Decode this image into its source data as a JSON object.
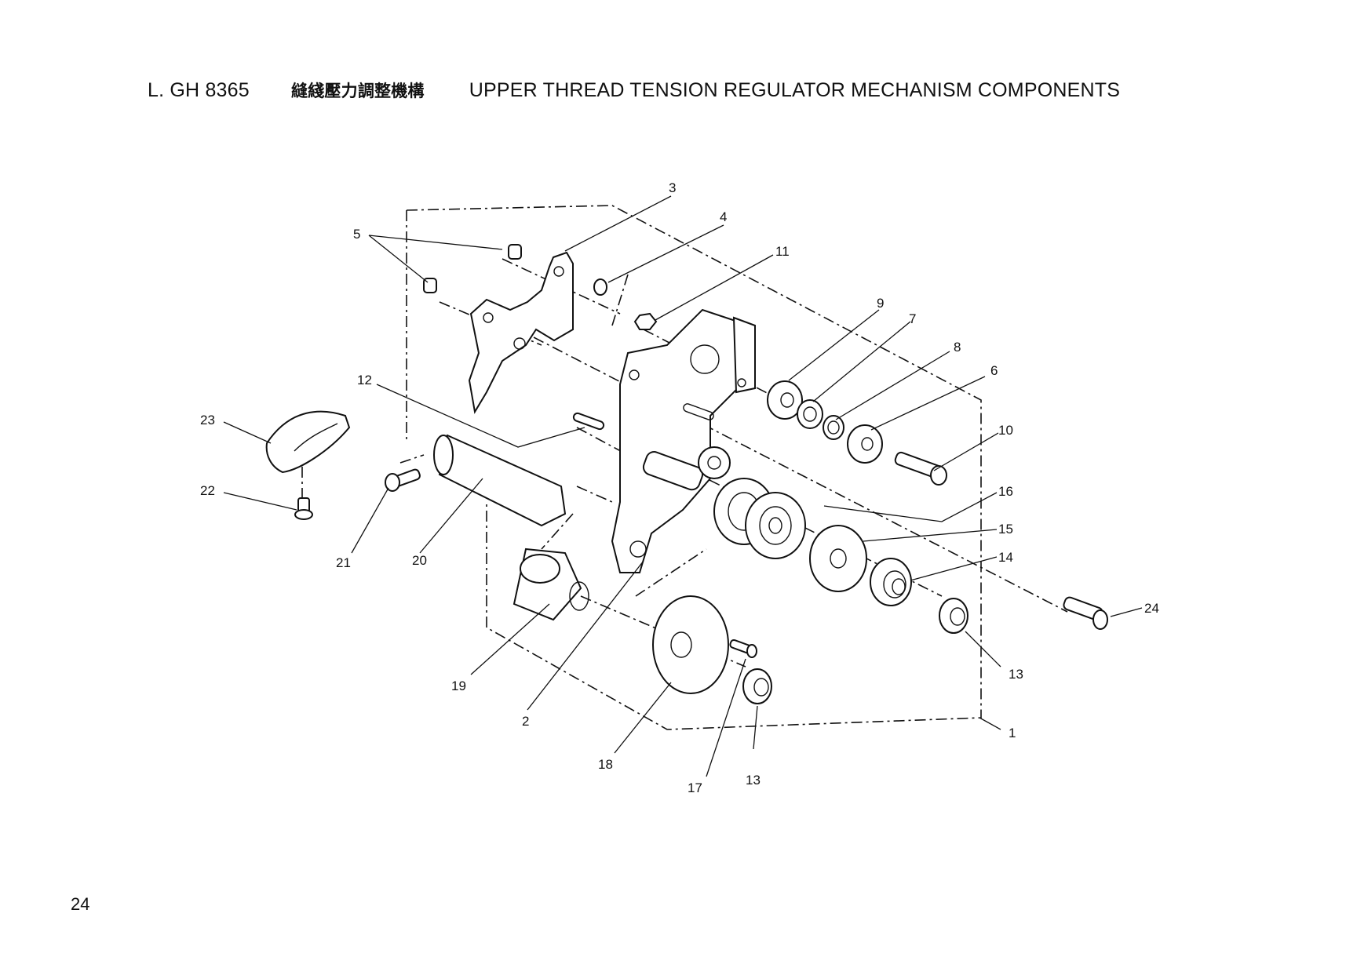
{
  "header": {
    "code": "L.  GH  8365",
    "title_cn": "縫綫壓力調整機構",
    "title_en": "UPPER THREAD TENSION REGULATOR MECHANISM COMPONENTS"
  },
  "page_number": "24",
  "callouts": [
    {
      "id": "c3",
      "label": "3"
    },
    {
      "id": "c4",
      "label": "4"
    },
    {
      "id": "c5",
      "label": "5"
    },
    {
      "id": "c11",
      "label": "11"
    },
    {
      "id": "c9",
      "label": "9"
    },
    {
      "id": "c7",
      "label": "7"
    },
    {
      "id": "c8",
      "label": "8"
    },
    {
      "id": "c6",
      "label": "6"
    },
    {
      "id": "c10",
      "label": "10"
    },
    {
      "id": "c12",
      "label": "12"
    },
    {
      "id": "c23",
      "label": "23"
    },
    {
      "id": "c22",
      "label": "22"
    },
    {
      "id": "c21",
      "label": "21"
    },
    {
      "id": "c20",
      "label": "20"
    },
    {
      "id": "c16",
      "label": "16"
    },
    {
      "id": "c15",
      "label": "15"
    },
    {
      "id": "c14",
      "label": "14"
    },
    {
      "id": "c24",
      "label": "24"
    },
    {
      "id": "c13a",
      "label": "13"
    },
    {
      "id": "c19",
      "label": "19"
    },
    {
      "id": "c2",
      "label": "2"
    },
    {
      "id": "c18",
      "label": "18"
    },
    {
      "id": "c17",
      "label": "17"
    },
    {
      "id": "c13b",
      "label": "13"
    },
    {
      "id": "c1",
      "label": "1"
    }
  ]
}
